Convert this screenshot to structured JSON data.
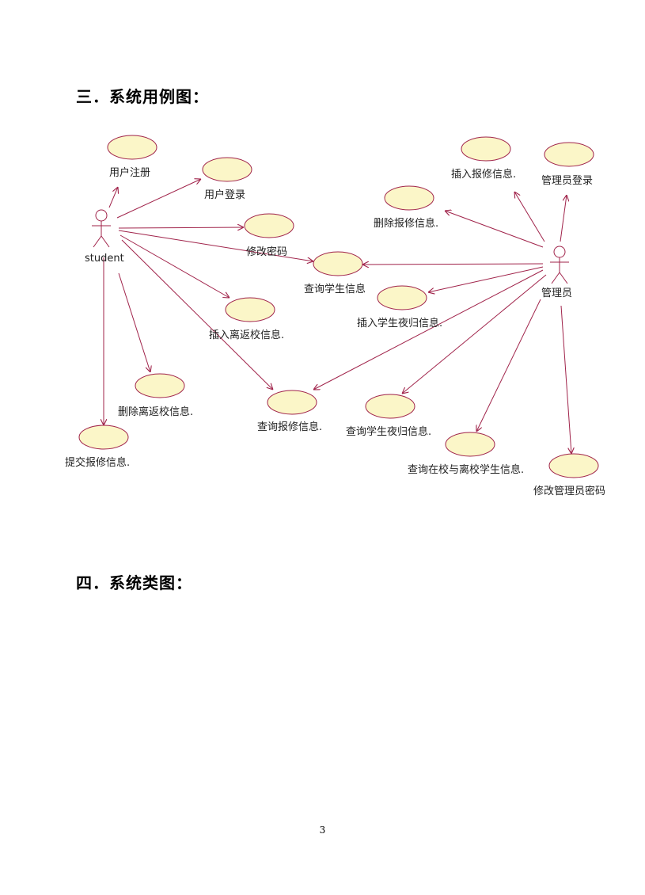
{
  "section3": {
    "title": "三．系统用例图："
  },
  "section4": {
    "title": "四．系统类图："
  },
  "page_number": "3",
  "diagram": {
    "actors": {
      "student": "student",
      "admin": "管理员"
    },
    "use_cases": {
      "user_register": "用户注册",
      "user_login": "用户登录",
      "change_password": "修改密码",
      "query_student_info": "查询学生信息",
      "insert_leave_info": "插入离返校信息.",
      "delete_leave_info": "删除离返校信息.",
      "submit_repair_info": "提交报修信息.",
      "query_repair_info": "查询报修信息.",
      "insert_repair_info": "插入报修信息.",
      "admin_login": "管理员登录",
      "delete_repair_info": "删除报修信息.",
      "insert_night_return_info": "插入学生夜归信息.",
      "query_night_return_info": "查询学生夜归信息.",
      "query_school_status": "查询在校与离校学生信息.",
      "change_admin_password": "修改管理员密码"
    },
    "colors": {
      "line": "#a0234a",
      "ellipse_fill": "#fbf6c8",
      "ellipse_stroke": "#a0234a"
    }
  }
}
